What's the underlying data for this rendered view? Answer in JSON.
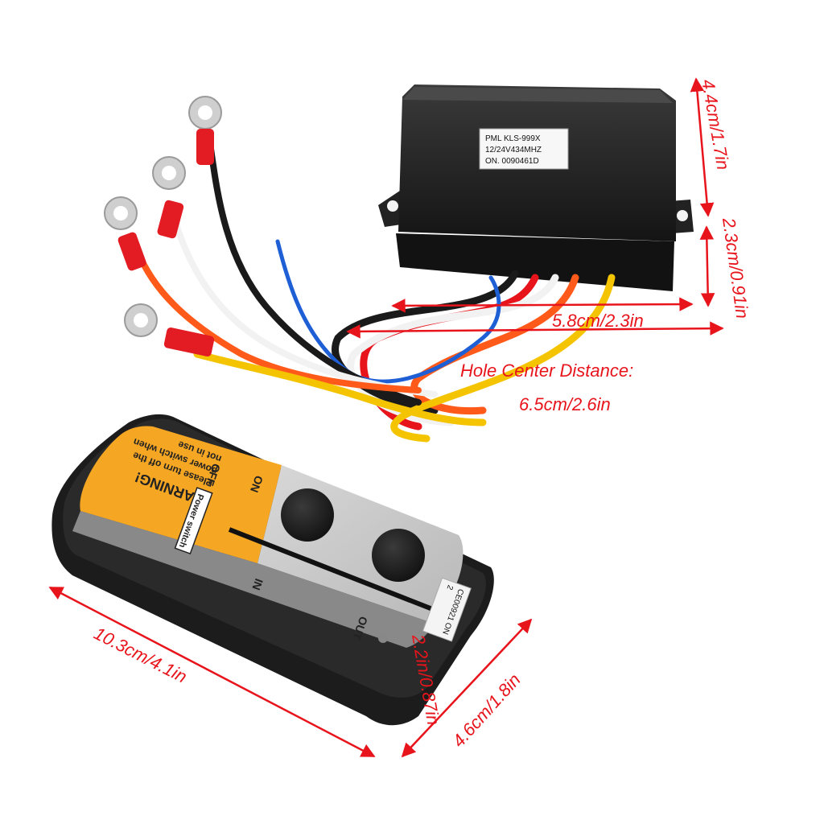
{
  "receiver": {
    "label_lines": [
      "PML KLS-999X",
      "12/24V434MHZ",
      "ON. 0090461D"
    ]
  },
  "remote": {
    "warning_title": "WARNING!",
    "warning_lines": [
      "Please turn off the",
      "power switch when",
      "not in use"
    ],
    "on_label": "ON",
    "off_label": "OFF",
    "power_switch_label": "Power switch",
    "in_label": "IN",
    "out_label": "OUT",
    "side_label_lines": [
      "CE00921 ON",
      "2"
    ]
  },
  "dimensions": {
    "receiver_height": "4.4cm/1.7in",
    "receiver_depth": "2.3cm/0.91in",
    "receiver_width": "5.8cm/2.3in",
    "hole_center_title": "Hole Center Distance:",
    "hole_center_value": "6.5cm/2.6in",
    "remote_length": "10.3cm/4.1in",
    "remote_width": "4.6cm/1.8in",
    "remote_thickness": "2.2in/0.87in"
  },
  "colors": {
    "dimension_red": "#e8141c",
    "warning_yellow": "#f5a623",
    "body_black": "#1e1e1e"
  },
  "wire_colors": [
    "#e8141c",
    "#f2f2f2",
    "#1a1a1a",
    "#ff5a1a",
    "#f5c400",
    "#1e5fd6"
  ]
}
